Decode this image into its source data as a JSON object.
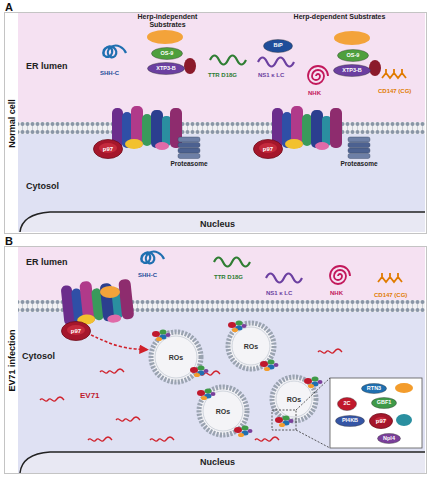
{
  "diagram": {
    "nodes": [
      {
        "text": [
          "A",
          "Normal cell"
        ]
      },
      {
        "text": [
          "OS-9"
        ],
        "in": 0
      },
      {
        "text": [
          "XTP3-B"
        ],
        "in": 0
      },
      {
        "text": [
          "p97"
        ],
        "in": 0
      },
      {
        "text": [
          "Proteasome"
        ],
        "in": 0
      },
      {
        "text": [
          "BiP"
        ],
        "in": 0
      },
      {
        "text": [
          "OS-9"
        ],
        "in": 0
      },
      {
        "text": [
          "XTP3-B"
        ],
        "in": 0
      },
      {
        "text": [
          "p97"
        ],
        "in": 0
      },
      {
        "text": [
          "Proteasome"
        ],
        "in": 0
      },
      {
        "text": [
          "B",
          "EV71 infection"
        ]
      },
      {
        "text": [
          "p97"
        ],
        "in": 10
      },
      {
        "text": [
          "ROs"
        ],
        "in": 10
      },
      {
        "text": [
          "ROs"
        ],
        "in": 10
      },
      {
        "text": [
          "ROs"
        ],
        "in": 10
      },
      {
        "text": [
          "ROs"
        ],
        "in": 10
      },
      {
        "text": [
          "RTN3"
        ],
        "in": 10
      },
      {
        "text": [
          "2C"
        ],
        "in": 10
      },
      {
        "text": [
          "GBF1"
        ],
        "in": 10
      },
      {
        "text": [
          "PI4KB"
        ],
        "in": 10
      },
      {
        "text": [
          "p97"
        ],
        "in": 10
      },
      {
        "text": [
          "Npl4"
        ],
        "in": 10
      }
    ],
    "edges": [
      {
        "from": 11,
        "to": 12,
        "arrow": "to"
      }
    ],
    "labels": [
      "Herp-independent Substrates",
      "Herp-dependent Substrates",
      "ER lumen",
      "SHH-C",
      "TTR D18G",
      "NS1 κ LC",
      "NHK",
      "CD147 (CG)",
      "Cytosol",
      "Nucleus",
      "ER lumen",
      "SHH-C",
      "TTR D18G",
      "NS1 κ LC",
      "NHK",
      "CD147 (CG)",
      "Cytosol",
      "EV71",
      "Nucleus"
    ]
  }
}
